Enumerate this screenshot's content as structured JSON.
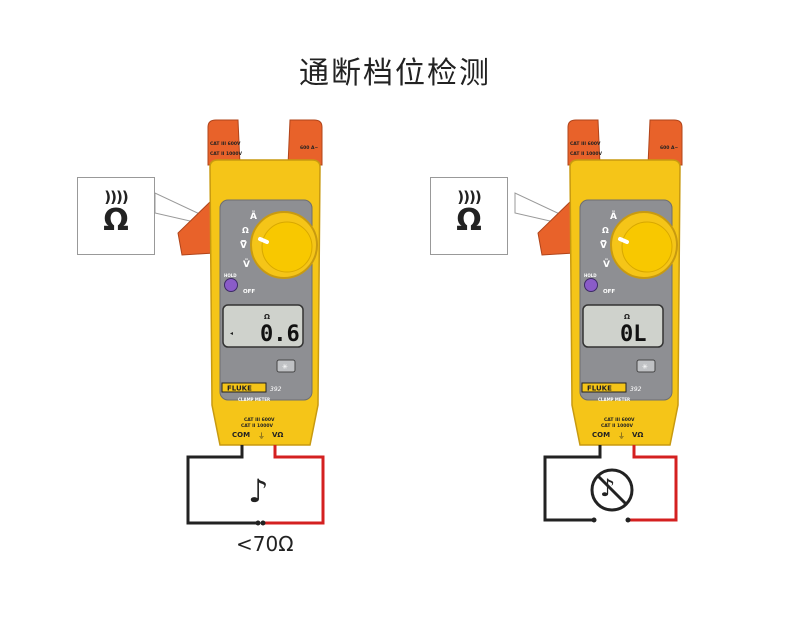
{
  "title": "通断档位检测",
  "meters": [
    {
      "reading": "0.6",
      "unit": "Ω",
      "beeper_indicator": "◂",
      "brand": "FLUKE",
      "model": "392",
      "subtitle": "CLAMP METER",
      "jaw_rating_1": "CAT III 600V",
      "jaw_rating_2": "CAT II 1000V",
      "jaw_current": "600 A~",
      "dial_labels": [
        "Ã",
        "Ω",
        "V̿",
        "Ṽ"
      ],
      "hold": "HOLD",
      "off": "OFF",
      "terminal_rating_1": "CAT III 600V",
      "terminal_rating_2": "CAT II 1000V",
      "com": "COM",
      "ground": "⏚",
      "vohm": "VΩ"
    },
    {
      "reading": "0L",
      "unit": "Ω",
      "beeper_indicator": "",
      "brand": "FLUKE",
      "model": "392",
      "subtitle": "CLAMP METER",
      "jaw_rating_1": "CAT III 600V",
      "jaw_rating_2": "CAT II 1000V",
      "jaw_current": "600 A~",
      "dial_labels": [
        "Ã",
        "Ω",
        "V̿",
        "Ṽ"
      ],
      "hold": "HOLD",
      "off": "OFF",
      "terminal_rating_1": "CAT III 600V",
      "terminal_rating_2": "CAT II 1000V",
      "com": "COM",
      "ground": "⏚",
      "vohm": "VΩ"
    }
  ],
  "callouts": [
    {
      "sound_icon": "))))",
      "symbol": "Ω"
    },
    {
      "sound_icon": "))))",
      "symbol": "Ω"
    }
  ],
  "circuits": [
    {
      "state": "continuous",
      "icon": "note-icon",
      "note": "♪",
      "label": "<70Ω"
    },
    {
      "state": "open",
      "icon": "no-sound-icon",
      "note": "♪"
    }
  ],
  "colors": {
    "body": "#f5c518",
    "jaw": "#e8622a",
    "panel": "#8e8f93",
    "lcd": "#cfd2cc",
    "hold": "#8a5cc8",
    "red_wire": "#d42020",
    "black_wire": "#222222"
  }
}
